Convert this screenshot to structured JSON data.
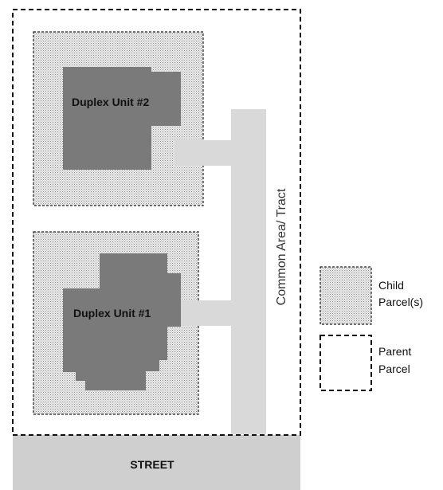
{
  "units": {
    "unit2": {
      "label": "Duplex Unit #2"
    },
    "unit1": {
      "label": "Duplex Unit #1"
    }
  },
  "common_area": {
    "label": "Common Area/ Tract"
  },
  "street": {
    "label": "STREET"
  },
  "legend": {
    "child": {
      "line1": "Child",
      "line2": "Parcel(s)"
    },
    "parent": {
      "line1": "Parent",
      "line2": "Parcel"
    }
  },
  "colors": {
    "building": "#7a7a7a",
    "common_area": "#d9d9d9",
    "street": "#cfcfcf",
    "child_parcel_fill": "#ebebeb",
    "border": "#111111"
  }
}
